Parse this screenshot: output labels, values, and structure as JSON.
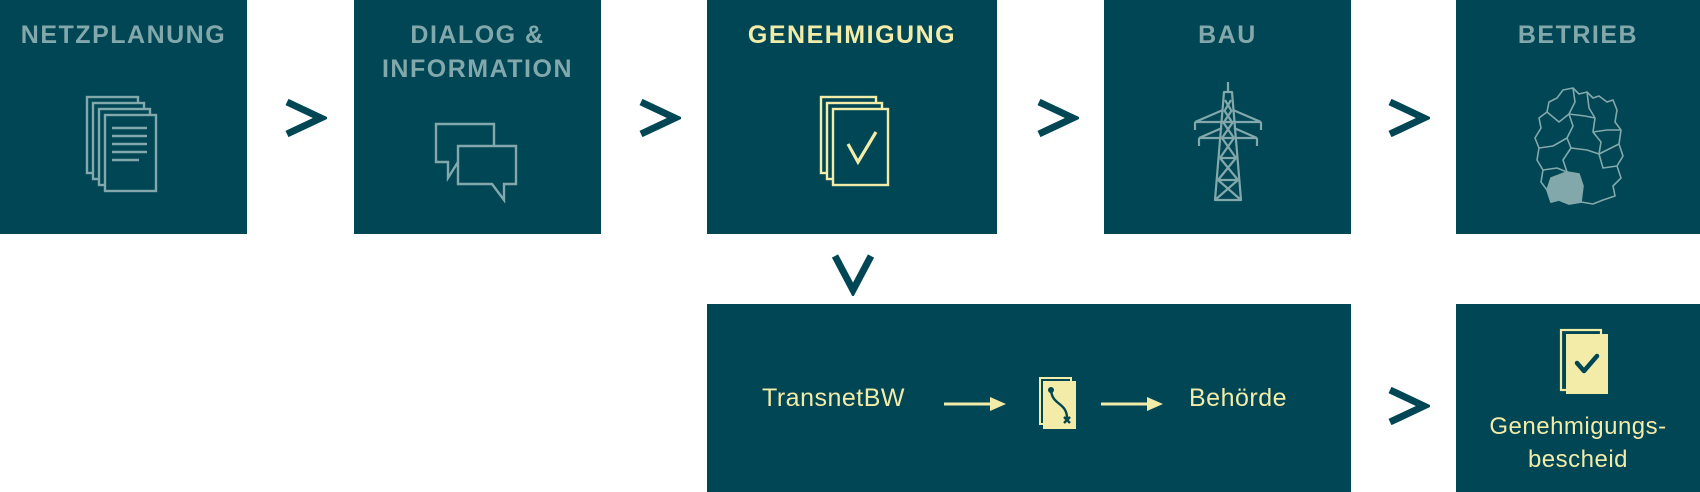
{
  "steps": [
    {
      "label": "NETZPLANUNG",
      "icon": "documents-stack-icon"
    },
    {
      "label_line1": "DIALOG &",
      "label_line2": "INFORMATION",
      "icon": "speech-bubbles-icon"
    },
    {
      "label": "GENEHMIGUNG",
      "icon": "approved-document-icon",
      "active": true
    },
    {
      "label": "BAU",
      "icon": "power-pylon-icon"
    },
    {
      "label": "BETRIEB",
      "icon": "germany-map-icon"
    }
  ],
  "detail": {
    "from": "TransnetBW",
    "to": "Behörde",
    "middle_icon": "route-document-icon"
  },
  "result": {
    "line1": "Genehmigungs-",
    "line2": "bescheid",
    "icon": "checked-document-icon"
  },
  "colors": {
    "box": "#004654",
    "inactive_text": "#83a8ac",
    "active_text": "#f2eca8",
    "chevron": "#004654"
  }
}
